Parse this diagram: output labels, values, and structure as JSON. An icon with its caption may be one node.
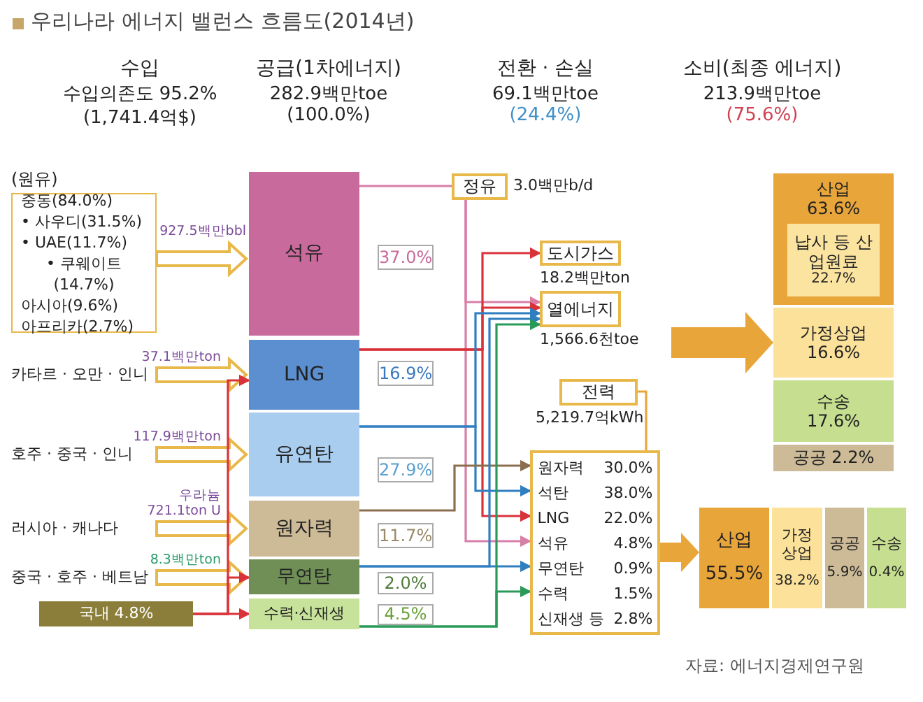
{
  "diagram": {
    "title": "우리나라 에너지 밸런스 흐름도(2014년)",
    "nodes": [
      {
        "text": [
          "중동(84.0%)",
          "• 사우디(31.5%)",
          "• UAE(11.7%)",
          "• 쿠웨이트(14.7%)",
          "아시아(9.6%)",
          "아프리카(2.7%)"
        ]
      },
      {
        "text": [
          "카타르 · 오만 · 인니"
        ]
      },
      {
        "text": [
          "호주 · 중국 · 인니"
        ]
      },
      {
        "text": [
          "러시아 · 캐나다"
        ]
      },
      {
        "text": [
          "중국 · 호주 · 베트남"
        ]
      },
      {
        "text": [
          "국내 4.8%"
        ]
      },
      {
        "text": [
          "석유"
        ],
        "beside": [
          "37.0%"
        ]
      },
      {
        "text": [
          "LNG"
        ],
        "beside": [
          "16.9%"
        ]
      },
      {
        "text": [
          "유연탄"
        ],
        "beside": [
          "27.9%"
        ]
      },
      {
        "text": [
          "원자력"
        ],
        "beside": [
          "11.7%"
        ]
      },
      {
        "text": [
          "무연탄"
        ],
        "beside": [
          "2.0%"
        ]
      },
      {
        "text": [
          "수력·신재생"
        ],
        "beside": [
          "4.5%"
        ]
      },
      {
        "text": [
          "정유"
        ],
        "beside": [
          "3.0백만b/d"
        ]
      },
      {
        "text": [
          "도시가스"
        ],
        "beside": [
          "18.2백만ton"
        ]
      },
      {
        "text": [
          "열에너지"
        ],
        "beside": [
          "1,566.6천toe"
        ]
      },
      {
        "text": [
          "전력"
        ],
        "beside": [
          "5,219.7억kWh"
        ]
      },
      {
        "text": [
          "원자력",
          "30.0%",
          "석탄",
          "38.0%",
          "LNG",
          "22.0%",
          "석유",
          "4.8%",
          "무연탄",
          "0.9%",
          "수력",
          "1.5%",
          "신재생 등",
          "2.8%"
        ]
      },
      {
        "text": [
          "산업",
          "63.6%"
        ]
      },
      {
        "text": [
          "납사 등 산업원료",
          "22.7%"
        ],
        "in": 17
      },
      {
        "text": [
          "가정상업",
          "16.6%"
        ]
      },
      {
        "text": [
          "수송",
          "17.6%"
        ]
      },
      {
        "text": [
          "공공 2.2%"
        ]
      },
      {
        "text": [
          "산업",
          "55.5%"
        ]
      },
      {
        "text": [
          "가정 상업",
          "38.2%"
        ]
      },
      {
        "text": [
          "공공",
          "5.9%"
        ]
      },
      {
        "text": [
          "수송",
          "0.4%"
        ]
      }
    ],
    "edges": [
      {
        "from": 0,
        "to": 6,
        "arrow": "to",
        "label": "927.5백만bbl",
        "style": "thick",
        "color": "#e8b84a"
      },
      {
        "from": 1,
        "to": 7,
        "arrow": "to",
        "label": "37.1백만ton",
        "style": "thick",
        "color": "#e8b84a"
      },
      {
        "from": 2,
        "to": 8,
        "arrow": "to",
        "label": "117.9백만ton",
        "style": "thick",
        "color": "#e8b84a"
      },
      {
        "from": 3,
        "to": 9,
        "arrow": "to",
        "label": "우라늄 721.1ton U",
        "style": "thick",
        "color": "#e8b84a"
      },
      {
        "from": 4,
        "to": 10,
        "arrow": "to",
        "label": "8.3백만ton",
        "style": "thick",
        "color": "#e8b84a"
      },
      {
        "from": 5,
        "to": 7,
        "arrow": "to"
      },
      {
        "from": 5,
        "to": 10,
        "arrow": "to"
      },
      {
        "from": 5,
        "to": 11,
        "arrow": "to"
      },
      {
        "from": 6,
        "to": 12,
        "arrow": "none",
        "color": "#d87fa8"
      },
      {
        "from": 12,
        "to": 14,
        "arrow": "to",
        "color": "#d87fa8"
      },
      {
        "from": 12,
        "to": 16,
        "arrow": "to",
        "color": "#d87fa8"
      },
      {
        "from": 7,
        "to": 13,
        "arrow": "to"
      },
      {
        "from": 7,
        "to": 14,
        "arrow": "to"
      },
      {
        "from": 7,
        "to": 16,
        "arrow": "to"
      },
      {
        "from": 8,
        "to": 14,
        "arrow": "to",
        "color": "#2f7fc1"
      },
      {
        "from": 8,
        "to": 16,
        "arrow": "to",
        "color": "#2f7fc1"
      },
      {
        "from": 9,
        "to": 16,
        "arrow": "to",
        "color": "#8b6e4e"
      },
      {
        "from": 10,
        "to": 14,
        "arrow": "to",
        "color": "#2f7fc1"
      },
      {
        "from": 10,
        "to": 16,
        "arrow": "to",
        "color": "#2f7fc1"
      },
      {
        "from": 11,
        "to": 14,
        "arrow": "to",
        "color": "#2a9a5a"
      },
      {
        "from": 11,
        "to": 16,
        "arrow": "to",
        "color": "#2a9a5a"
      },
      {
        "from": 15,
        "to": 16,
        "arrow": "none",
        "color": "#e8a53a"
      },
      {
        "from": 16,
        "to": 22,
        "arrow": "to",
        "style": "thick",
        "color": "#e8a53a"
      },
      {
        "from": null,
        "to": 19,
        "arrow": "to",
        "style": "thick",
        "color": "#e8a53a"
      }
    ],
    "labels": [
      "수입",
      "수입의존도 95.2%",
      "(1,741.4억$)",
      "공급(1차에너지)",
      "282.9백만toe",
      "(100.0%)",
      "전환 · 손실",
      "69.1백만toe",
      "(24.4%)",
      "소비(최종 에너지)",
      "213.9백만toe",
      "(75.6%)",
      "(원유)",
      "자료: 에너지경제연구원"
    ]
  }
}
